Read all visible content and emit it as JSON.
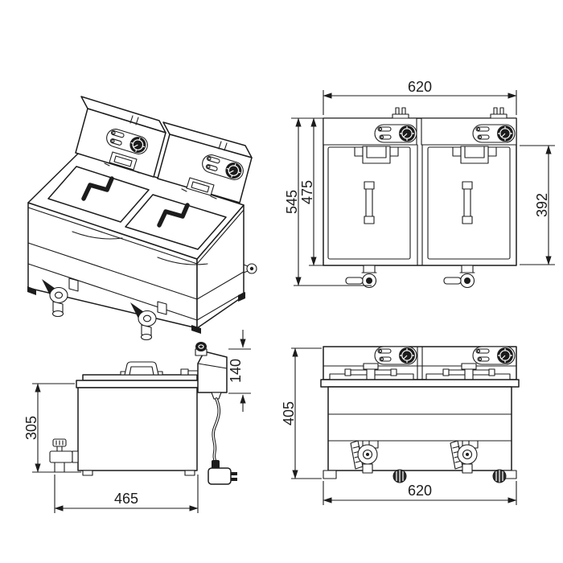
{
  "style": {
    "ink": "#1c1c1c",
    "paper": "#ffffff"
  },
  "drawing": {
    "subject": "double-tank countertop electric fryer, 4-view technical drawing"
  },
  "views": {
    "top": {
      "width": "620",
      "depth_total": "545",
      "depth_body": "475",
      "depth_tank": "392"
    },
    "side": {
      "height": "305",
      "depth": "465",
      "panel_height": "140"
    },
    "front": {
      "height": "405",
      "width": "620"
    }
  }
}
